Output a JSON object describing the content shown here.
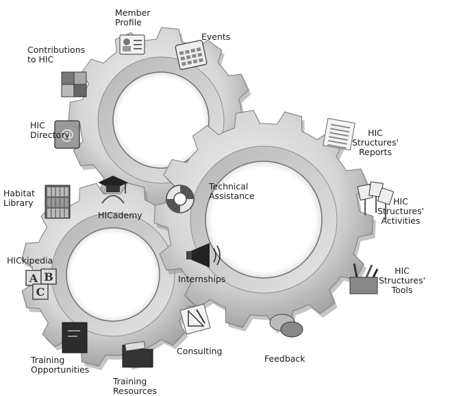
{
  "diagram": {
    "features": [
      {
        "id": "member-profile",
        "label": "Member\nProfile",
        "icon": "profile-card-icon"
      },
      {
        "id": "events",
        "label": "Events",
        "icon": "calendar-icon"
      },
      {
        "id": "contributions",
        "label": "Contributions\nto HIC",
        "icon": "puzzle-icon"
      },
      {
        "id": "hic-directory",
        "label": "HIC\nDirectory",
        "icon": "address-book-icon"
      },
      {
        "id": "hicademy",
        "label": "HICademy",
        "icon": "graduation-cap-icon"
      },
      {
        "id": "technical-assistance",
        "label": "Technical\nAssistance",
        "icon": "lifebuoy-icon"
      },
      {
        "id": "hic-structures-reports",
        "label": "HIC\nStructures'\nReports",
        "icon": "newspaper-icon"
      },
      {
        "id": "hic-structures-activities",
        "label": "HIC\nStructures'\nActivities",
        "icon": "protest-signs-icon"
      },
      {
        "id": "habitat-library",
        "label": "Habitat\nLibrary",
        "icon": "bookshelf-icon"
      },
      {
        "id": "hickipedia",
        "label": "HICkipedia",
        "icon": "abc-blocks-icon"
      },
      {
        "id": "internships",
        "label": "Internships",
        "icon": "megaphone-icon"
      },
      {
        "id": "hic-structures-tools",
        "label": "HIC\nStructures'\nTools",
        "icon": "toolbox-icon"
      },
      {
        "id": "consulting",
        "label": "Consulting",
        "icon": "drafting-tools-icon"
      },
      {
        "id": "feedback",
        "label": "Feedback",
        "icon": "speech-bubbles-icon"
      },
      {
        "id": "training-opportunities",
        "label": "Training\nOpportunities",
        "icon": "chalkboard-icon"
      },
      {
        "id": "training-resources",
        "label": "Training\nResources",
        "icon": "folder-icon"
      }
    ]
  }
}
